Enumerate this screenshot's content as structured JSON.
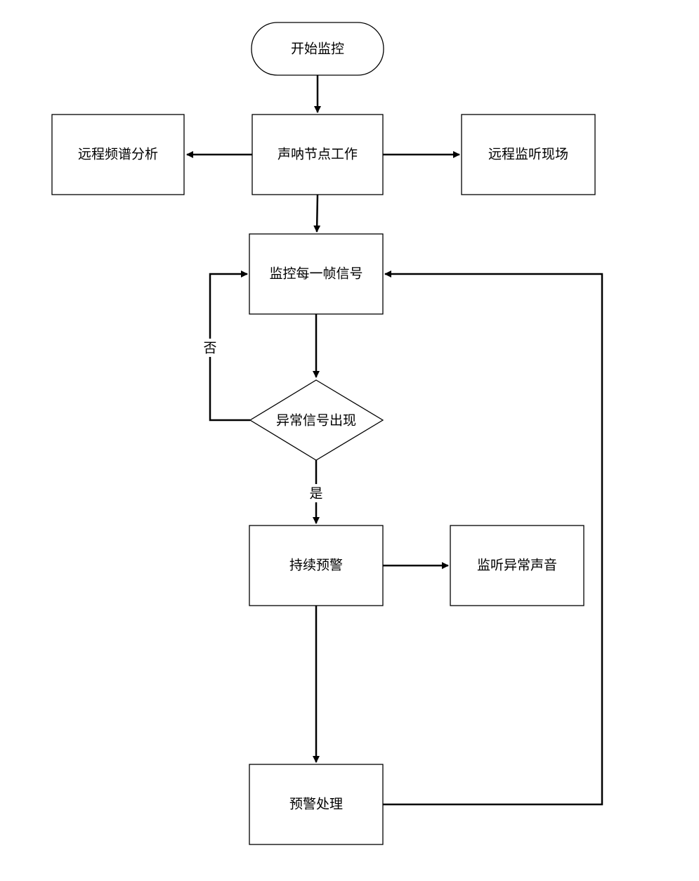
{
  "nodes": {
    "start": "开始监控",
    "sonar": "声呐节点工作",
    "spectrum": "远程频谱分析",
    "listen_site": "远程监听现场",
    "monitor": "监控每一帧信号",
    "decision": "异常信号出现",
    "alarm": "持续预警",
    "listen_abnormal": "监听异常声音",
    "handle": "预警处理"
  },
  "edges": {
    "no": "否",
    "yes": "是"
  },
  "colors": {
    "stroke": "#000000",
    "fill": "#ffffff"
  }
}
